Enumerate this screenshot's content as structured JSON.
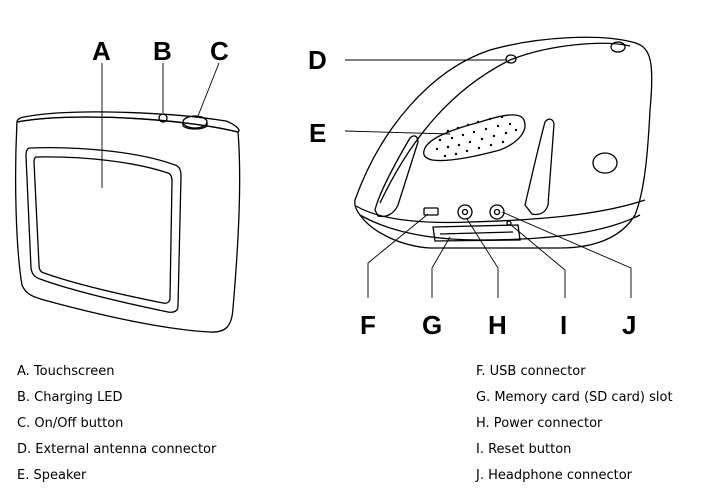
{
  "callouts": {
    "A": "A",
    "B": "B",
    "C": "C",
    "D": "D",
    "E": "E",
    "F": "F",
    "G": "G",
    "H": "H",
    "I": "I",
    "J": "J"
  },
  "legend_left": [
    "A. Touchscreen",
    "B. Charging LED",
    "C. On/Off button",
    "D. External antenna connector",
    "E. Speaker"
  ],
  "legend_right": [
    "F. USB connector",
    "G. Memory card (SD card) slot",
    "H. Power connector",
    "I. Reset button",
    "J. Headphone connector"
  ]
}
